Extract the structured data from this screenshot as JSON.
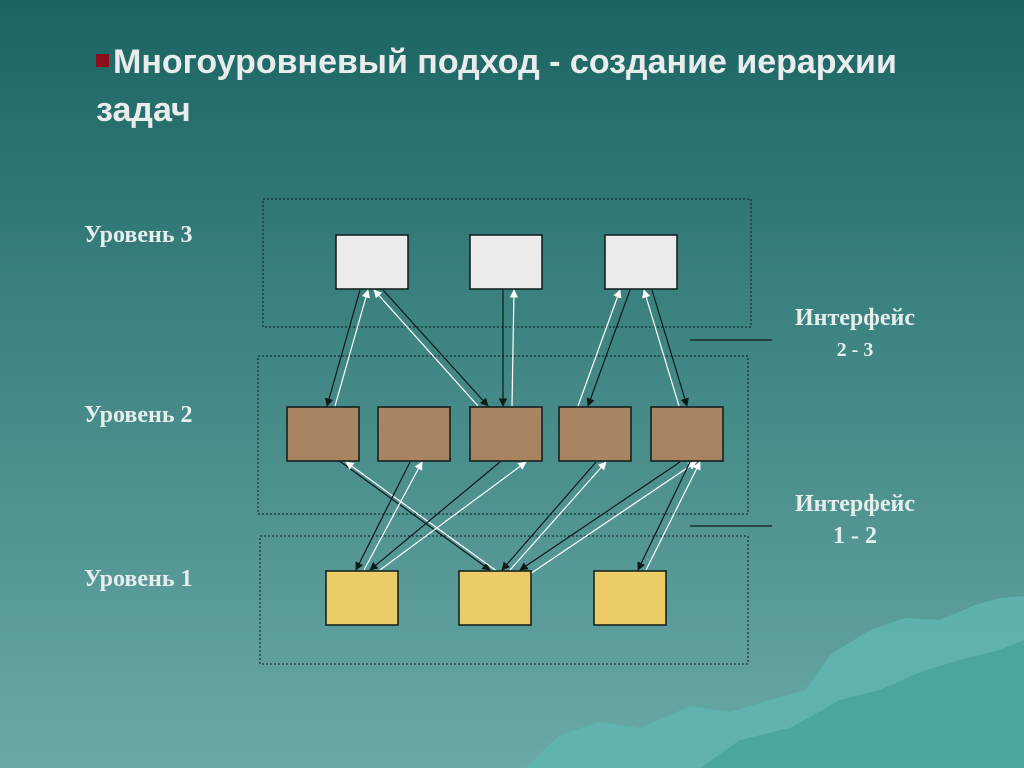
{
  "slide": {
    "title": "Многоуровневый подход - создание иерархии задач"
  },
  "levels": [
    {
      "label": "Уровень 3"
    },
    {
      "label": "Уровень 2"
    },
    {
      "label": "Уровень 1"
    }
  ],
  "interfaces": [
    {
      "name": "Интерфейс",
      "range": "2 - 3"
    },
    {
      "name": "Интерфейс",
      "range": "1 - 2"
    }
  ],
  "colors": {
    "level3_box": "#ebebeb",
    "level2_box": "#a88560",
    "level1_box": "#eccc67",
    "bullet": "#8b0e1a"
  },
  "decor": {
    "bullet_icon": "square-bullet-icon",
    "mountains": "mountain-silhouette-decor"
  }
}
